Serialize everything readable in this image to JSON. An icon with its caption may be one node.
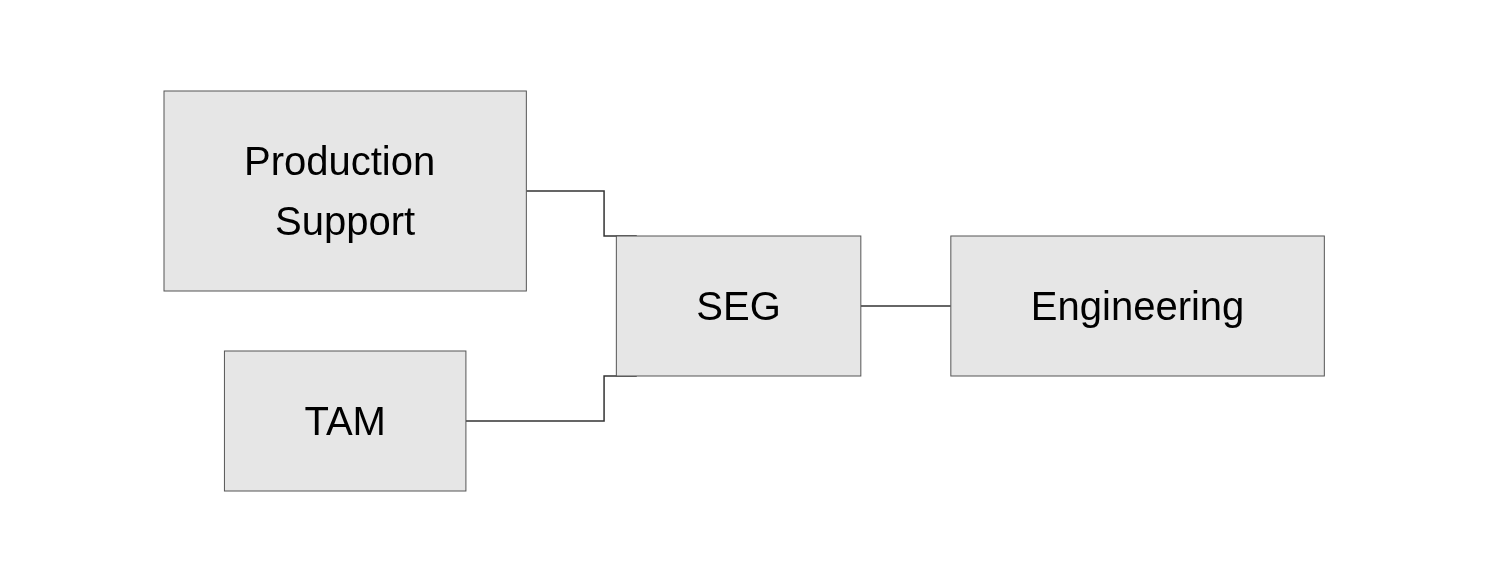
{
  "diagram": {
    "nodes": [
      {
        "text": [
          "Production Support"
        ]
      },
      {
        "text": [
          "TAM"
        ]
      },
      {
        "text": [
          "SEG"
        ]
      },
      {
        "text": [
          "Engineering"
        ]
      }
    ],
    "edges": [
      {
        "from": 0,
        "to": 2,
        "arrow": "none"
      },
      {
        "from": 1,
        "to": 2,
        "arrow": "none"
      },
      {
        "from": 2,
        "to": 3,
        "arrow": "none"
      }
    ]
  }
}
